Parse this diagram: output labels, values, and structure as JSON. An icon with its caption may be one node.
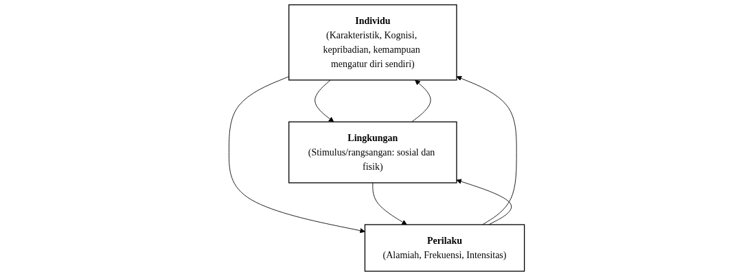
{
  "diagram": {
    "nodes": [
      {
        "text": [
          "Individu",
          "(Karakteristik, Kognisi, kepribadian, kemampuan mengatur diri sendiri)"
        ]
      },
      {
        "text": [
          "Lingkungan",
          "(Stimulus/rangsangan: sosial dan fisik)"
        ]
      },
      {
        "text": [
          "Perilaku",
          "(Alamiah, Frekuensi, Intensitas)"
        ]
      }
    ],
    "edges": [
      {
        "from": 1,
        "to": 0,
        "arrow": "to"
      },
      {
        "from": 0,
        "to": 1,
        "arrow": "to"
      },
      {
        "from": 0,
        "to": 2,
        "arrow": "to"
      },
      {
        "from": 2,
        "to": 0,
        "arrow": "to"
      },
      {
        "from": 1,
        "to": 2,
        "arrow": "to"
      },
      {
        "from": 2,
        "to": 1,
        "arrow": "to"
      }
    ]
  }
}
